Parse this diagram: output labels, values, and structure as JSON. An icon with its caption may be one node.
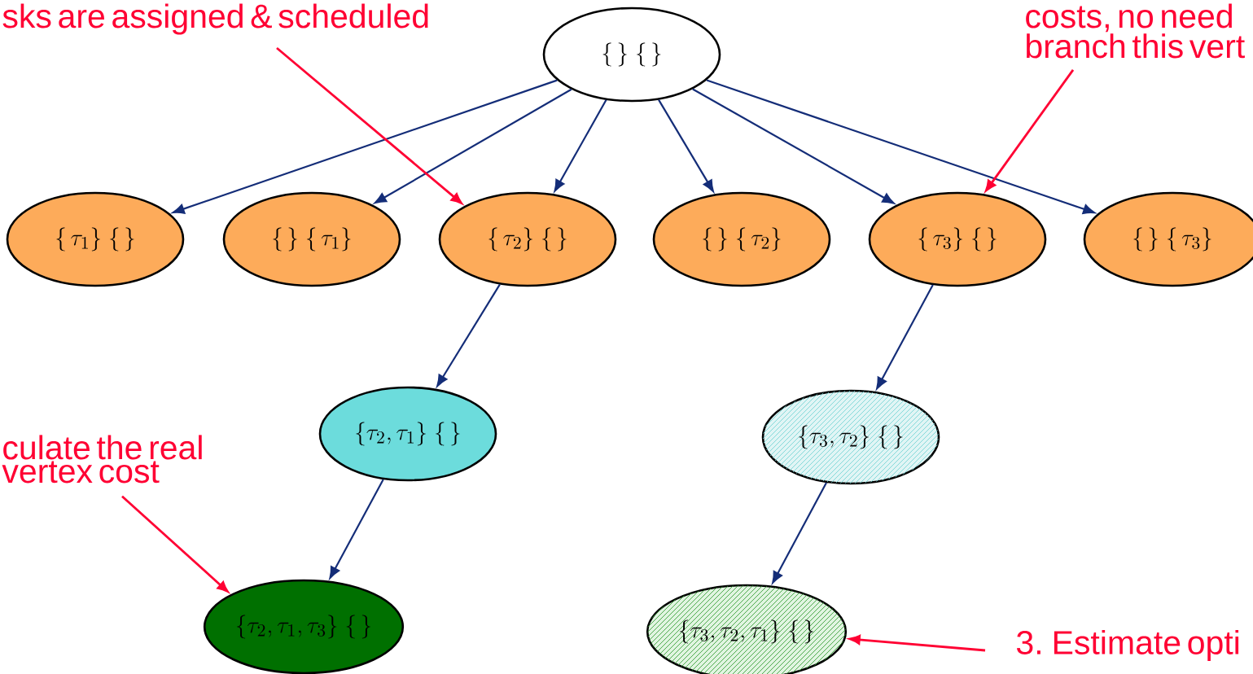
{
  "diagram": {
    "nodes": [
      {
        "text": [
          "\\{\\,\\}\\;\\{\\,\\}"
        ]
      },
      {
        "text": [
          "\\{\\,\\tau_{1}\\}\\;\\{\\,\\}"
        ]
      },
      {
        "text": [
          "\\{\\,\\}\\;\\{\\,\\tau_{1}\\}"
        ]
      },
      {
        "text": [
          "\\{\\,\\tau_{2}\\}\\;\\{\\,\\}"
        ]
      },
      {
        "text": [
          "\\{\\,\\}\\;\\{\\,\\tau_{2}\\}"
        ]
      },
      {
        "text": [
          "\\{\\,\\tau_{3}\\}\\;\\{\\,\\}"
        ]
      },
      {
        "text": [
          "\\{\\,\\}\\;\\{\\,\\tau_{3}\\}"
        ]
      },
      {
        "text": [
          "\\{\\tau_{2},\\tau_{1}\\}\\;\\{\\,\\}"
        ]
      },
      {
        "text": [
          "\\{\\tau_{3},\\tau_{2}\\}\\;\\{\\,\\}"
        ]
      },
      {
        "text": [
          "\\{\\tau_{2},\\tau_{1},\\tau_{3}\\}\\;\\{\\,\\}"
        ]
      },
      {
        "text": [
          "\\{\\tau_{3},\\tau_{2},\\tau_{1}\\}\\;\\{\\,\\}"
        ]
      },
      {
        "text": [
          "sks are assigned & scheduled"
        ]
      },
      {
        "text": [
          "costs, no need branch this vert"
        ]
      },
      {
        "text": [
          "culate the real vertex cost"
        ]
      },
      {
        "text": [
          "3. Estimate opti"
        ]
      }
    ],
    "edges": [
      {
        "from": 0,
        "to": 1,
        "arrow": "to"
      },
      {
        "from": 0,
        "to": 2,
        "arrow": "to"
      },
      {
        "from": 0,
        "to": 3,
        "arrow": "to"
      },
      {
        "from": 0,
        "to": 4,
        "arrow": "to"
      },
      {
        "from": 0,
        "to": 5,
        "arrow": "to"
      },
      {
        "from": 0,
        "to": 6,
        "arrow": "to"
      },
      {
        "from": 3,
        "to": 7,
        "arrow": "to"
      },
      {
        "from": 7,
        "to": 9,
        "arrow": "to"
      },
      {
        "from": 5,
        "to": 8,
        "arrow": "to"
      },
      {
        "from": 8,
        "to": 10,
        "arrow": "to"
      },
      {
        "from": 11,
        "to": 3,
        "arrow": "to",
        "color": "#ff0033"
      },
      {
        "from": 12,
        "to": 5,
        "arrow": "to",
        "color": "#ff0033"
      },
      {
        "from": 13,
        "to": 9,
        "arrow": "to",
        "color": "#ff0033"
      },
      {
        "from": 14,
        "to": 10,
        "arrow": "to",
        "color": "#ff0033"
      }
    ]
  }
}
